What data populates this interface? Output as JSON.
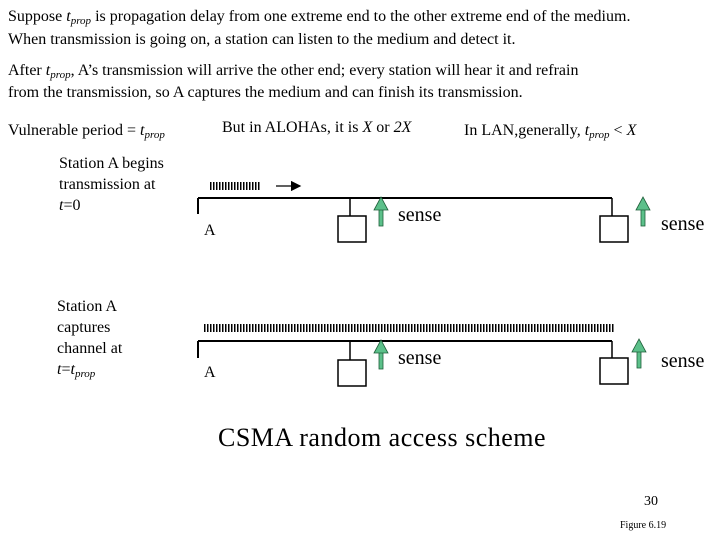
{
  "text": {
    "line1": {
      "a": "Suppose ",
      "b": "t",
      "c": "prop",
      "d": " is  propagation delay from one extreme end to the other extreme end of the medium."
    },
    "line2": "When transmission is going on, a station can listen to the medium and  detect it.",
    "line3": {
      "a": "After ",
      "b": "t",
      "c": "prop",
      "d": ", A’s transmission will arrive the other end;  every station will hear it and refrain"
    },
    "line4": "from the transmission, so A captures the medium and can finish its transmission.",
    "vulnerable": {
      "a": "Vulnerable period = ",
      "b": "t",
      "c": "prop"
    },
    "aloha": {
      "a": "But in ALOHAs, it is ",
      "b": "X",
      "c": " or ",
      "d": "2X"
    },
    "lan": {
      "a": "In LAN,generally,  ",
      "b": "t",
      "c": "prop",
      "d": " < ",
      "e": "X"
    }
  },
  "scenario1": {
    "label": {
      "a": "Station A begins transmission at ",
      "b": "t",
      "c": "=0"
    },
    "station": "A",
    "sense1": "sense",
    "sense2": "sense"
  },
  "scenario2": {
    "label": {
      "a": "Station A captures channel at ",
      "b": "t",
      "c": "=",
      "d": "t",
      "e": "prop"
    },
    "station": "A",
    "sense1": "sense",
    "sense2": "sense"
  },
  "caption": "CSMA random access scheme",
  "page_number": "30",
  "figure_label": "Figure 6.19",
  "colors": {
    "arrow": "#5cc08a",
    "ink": "#000000"
  }
}
